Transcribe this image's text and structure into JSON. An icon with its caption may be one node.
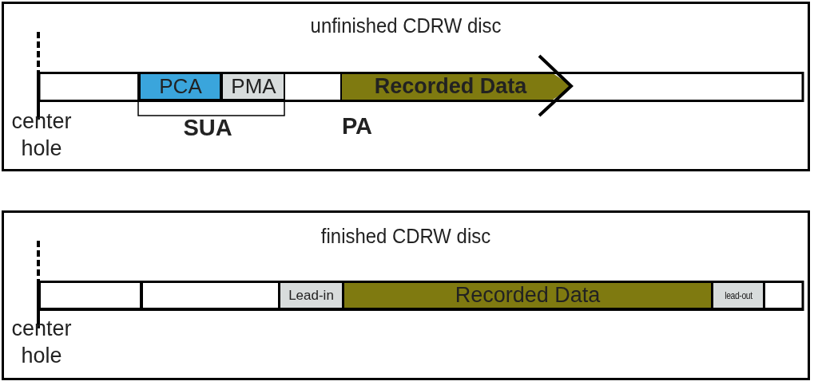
{
  "diagram": {
    "nodes": [
      {
        "text": [
          "unfinished CDRW disc"
        ]
      },
      {
        "text": [
          "PCA"
        ],
        "in": 0
      },
      {
        "text": [
          "PMA"
        ],
        "in": 0
      },
      {
        "text": [
          "Recorded Data"
        ],
        "in": 0
      },
      {
        "text": [
          "finished CDRW disc"
        ]
      },
      {
        "text": [],
        "shape": "box",
        "in": 4
      },
      {
        "text": [],
        "shape": "box",
        "in": 4
      },
      {
        "text": [
          "Lead-in"
        ],
        "in": 4
      },
      {
        "text": [
          "Recorded Data"
        ],
        "in": 4
      },
      {
        "text": [
          "lead-out"
        ],
        "in": 4
      },
      {
        "text": [],
        "shape": "box",
        "in": 4
      }
    ],
    "labels": [
      "center hole",
      "SUA",
      "PA",
      "center hole"
    ]
  }
}
